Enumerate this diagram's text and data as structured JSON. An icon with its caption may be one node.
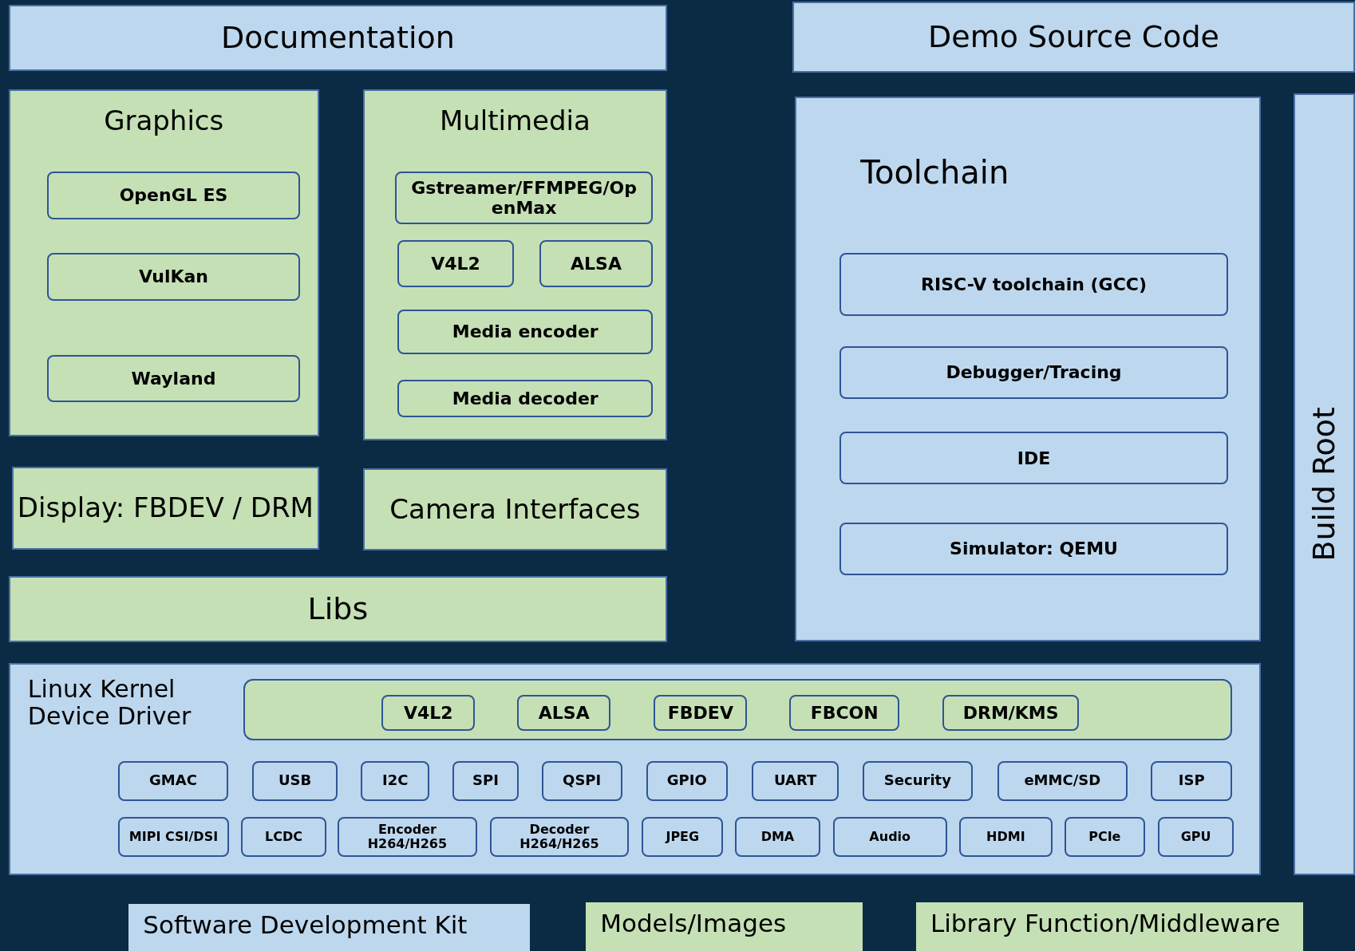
{
  "diagram": {
    "nodes": [
      {
        "text": [
          "Documentation"
        ]
      },
      {
        "text": [
          "Demo Source Code"
        ]
      },
      {
        "text": [
          "Graphics"
        ]
      },
      {
        "text": [
          "OpenGL ES"
        ],
        "in": 2
      },
      {
        "text": [
          "VulKan"
        ],
        "in": 2
      },
      {
        "text": [
          "Wayland"
        ],
        "in": 2
      },
      {
        "text": [
          "Multimedia"
        ]
      },
      {
        "text": [
          "Gstreamer/FFMPEG/OpenMax"
        ],
        "in": 6
      },
      {
        "text": [
          "V4L2"
        ],
        "in": 6
      },
      {
        "text": [
          "ALSA"
        ],
        "in": 6
      },
      {
        "text": [
          "Media encoder"
        ],
        "in": 6
      },
      {
        "text": [
          "Media decoder"
        ],
        "in": 6
      },
      {
        "text": [
          "Toolchain"
        ]
      },
      {
        "text": [
          "RISC-V toolchain (GCC)"
        ],
        "in": 12
      },
      {
        "text": [
          "Debugger/Tracing"
        ],
        "in": 12
      },
      {
        "text": [
          "IDE"
        ],
        "in": 12
      },
      {
        "text": [
          "Simulator: QEMU"
        ],
        "in": 12
      },
      {
        "text": [
          "Build Root"
        ]
      },
      {
        "text": [
          "Display: FBDEV / DRM"
        ]
      },
      {
        "text": [
          "Camera Interfaces"
        ]
      },
      {
        "text": [
          "Libs"
        ]
      },
      {
        "text": [
          "Linux Kernel Device Driver"
        ]
      },
      {
        "text": [],
        "shape": "box",
        "in": 21
      },
      {
        "text": [
          "V4L2"
        ],
        "in": 22
      },
      {
        "text": [
          "ALSA"
        ],
        "in": 22
      },
      {
        "text": [
          "FBDEV"
        ],
        "in": 22
      },
      {
        "text": [
          "FBCON"
        ],
        "in": 22
      },
      {
        "text": [
          "DRM/KMS"
        ],
        "in": 22
      },
      {
        "text": [
          "GMAC"
        ],
        "in": 21
      },
      {
        "text": [
          "USB"
        ],
        "in": 21
      },
      {
        "text": [
          "I2C"
        ],
        "in": 21
      },
      {
        "text": [
          "SPI"
        ],
        "in": 21
      },
      {
        "text": [
          "QSPI"
        ],
        "in": 21
      },
      {
        "text": [
          "GPIO"
        ],
        "in": 21
      },
      {
        "text": [
          "UART"
        ],
        "in": 21
      },
      {
        "text": [
          "Security"
        ],
        "in": 21
      },
      {
        "text": [
          "eMMC/SD"
        ],
        "in": 21
      },
      {
        "text": [
          "ISP"
        ],
        "in": 21
      },
      {
        "text": [
          "MIPI CSI/DSI"
        ],
        "in": 21
      },
      {
        "text": [
          "LCDC"
        ],
        "in": 21
      },
      {
        "text": [
          "Encoder H264/H265"
        ],
        "in": 21
      },
      {
        "text": [
          "Decoder H264/H265"
        ],
        "in": 21
      },
      {
        "text": [
          "JPEG"
        ],
        "in": 21
      },
      {
        "text": [
          "DMA"
        ],
        "in": 21
      },
      {
        "text": [
          "Audio"
        ],
        "in": 21
      },
      {
        "text": [
          "HDMI"
        ],
        "in": 21
      },
      {
        "text": [
          "PCIe"
        ],
        "in": 21
      },
      {
        "text": [
          "GPU"
        ],
        "in": 21
      }
    ],
    "legend": [
      {
        "text": "Software Development Kit",
        "color": "#bdd7ee"
      },
      {
        "text": "Models/Images",
        "color": "#c5e0b4"
      },
      {
        "text": "Library Function/Middleware",
        "color": "#c5e0b4"
      }
    ]
  }
}
